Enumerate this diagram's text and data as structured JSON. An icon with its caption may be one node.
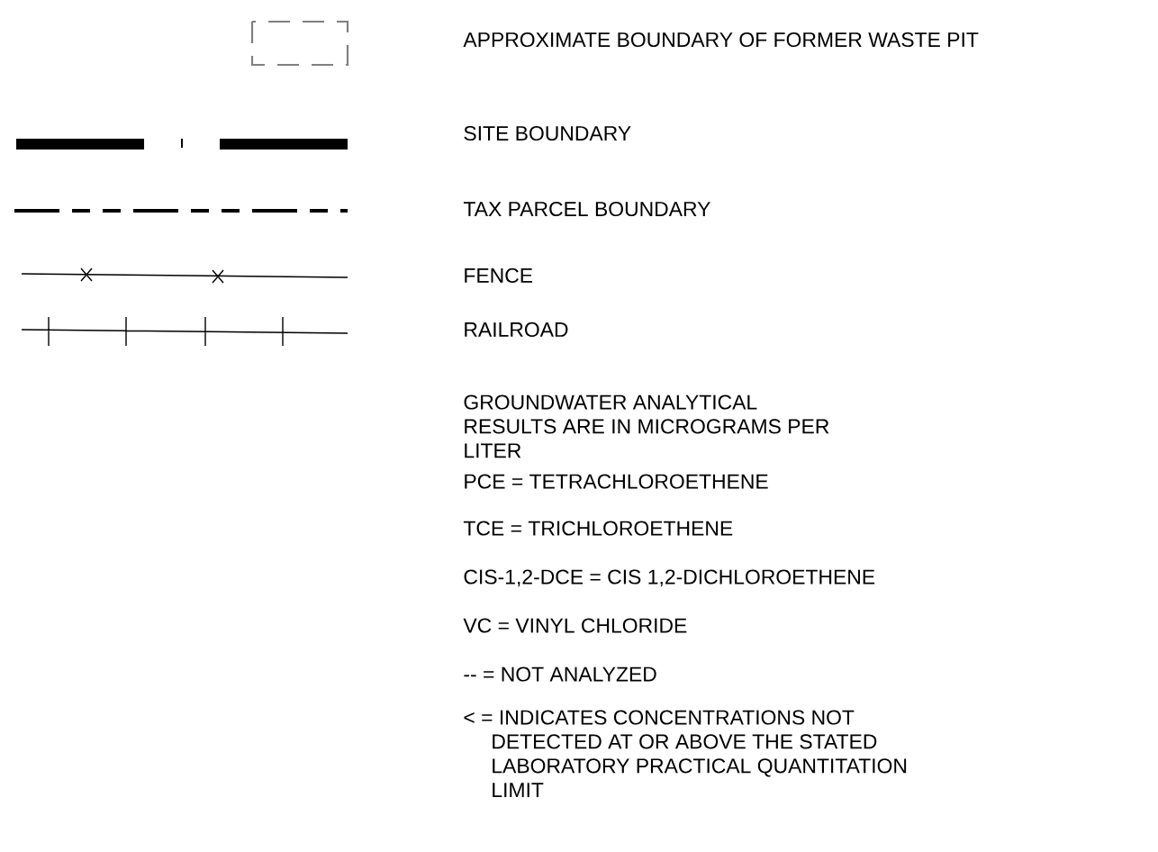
{
  "diagram": {
    "legend": [
      {
        "text": "APPROXIMATE BOUNDARY OF FORMER WASTE PIT"
      },
      {
        "text": "SITE BOUNDARY"
      },
      {
        "text": "TAX PARCEL BOUNDARY"
      },
      {
        "text": "FENCE"
      },
      {
        "text": "RAILROAD"
      }
    ],
    "labels": [
      "GROUNDWATER ANALYTICAL RESULTS ARE IN MICROGRAMS PER LITER",
      "PCE = TETRACHLOROETHENE",
      "TCE = TRICHLOROETHENE",
      "CIS-1,2-DCE = CIS 1,2-DICHLOROETHENE",
      "VC = VINYL CHLORIDE",
      "-- = NOT ANALYZED",
      "< = INDICATES CONCENTRATIONS NOT DETECTED AT OR ABOVE THE STATED LABORATORY PRACTICAL QUANTITATION LIMIT"
    ]
  }
}
